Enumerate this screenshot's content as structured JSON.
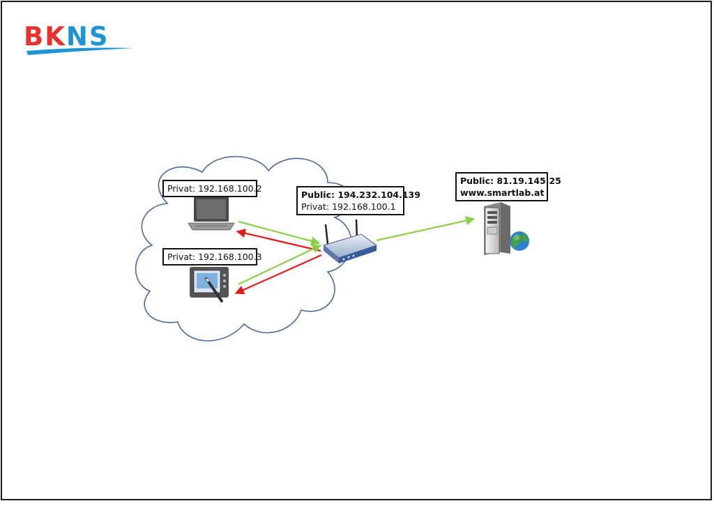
{
  "logo": {
    "part1": "BK",
    "part2": "NS"
  },
  "laptop": {
    "label": "Privat: 192.168.100.2"
  },
  "tablet": {
    "label": "Privat: 192.168.100.3"
  },
  "router": {
    "public": "Public: 194.232.104.139",
    "private": "Privat: 192.168.100.1"
  },
  "server": {
    "public": "Public: 81.19.145.25",
    "host": "www.smartlab.at"
  },
  "colors": {
    "request_arrow": "#8cd04a",
    "response_arrow": "#e21b1b",
    "cloud_stroke": "#4a6a9a"
  }
}
